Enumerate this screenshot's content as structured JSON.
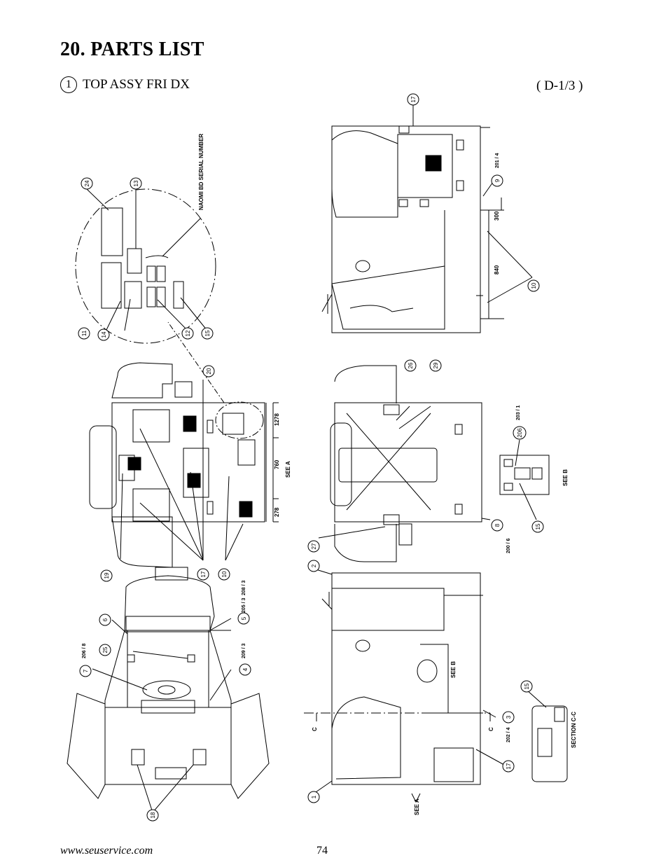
{
  "header": {
    "title": "20.  PARTS LIST",
    "section_number": "1",
    "section_title": "TOP ASSY FRI DX",
    "page_code": "( D-1/3 )"
  },
  "drawing": {
    "balloons": {
      "b24": "24",
      "b13": "13",
      "b11": "11",
      "b14": "14",
      "b12": "12",
      "b15a": "15",
      "b20": "20",
      "b19": "19",
      "b17a": "17",
      "b10a": "10",
      "b6": "6",
      "b5": "5",
      "b7": "7",
      "b25": "25",
      "b4": "4",
      "b18": "18",
      "b17top": "17",
      "b9": "9",
      "b10b": "10",
      "b26": "26",
      "b29": "29",
      "b27": "27",
      "b8": "8",
      "b206": "206",
      "b15b": "15",
      "b2": "2",
      "b1": "1",
      "b3": "3",
      "b17c": "17",
      "b15c": "15"
    },
    "labels": {
      "naomi": "NAOMI BD SERIAL NUMBER",
      "see_a_1": "SEE A",
      "see_a_2": "SEE A",
      "see_b_1": "SEE B",
      "see_b_2": "SEE B",
      "section_cc": "SECTION C-C",
      "c1": "C",
      "c2": "C",
      "dim_1278": "1278",
      "dim_760": "760",
      "dim_278": "278",
      "dim_300": "300",
      "dim_840": "840",
      "frac_205_3": "205 / 3",
      "frac_208_3": "208 / 3",
      "frac_209_3": "209 / 3",
      "frac_206_8": "206 / 8",
      "frac_201_4": "201 / 4",
      "frac_200_6": "200 / 6",
      "frac_202_4": "202 / 4",
      "frac_203_1": "203 / 1"
    }
  },
  "footer": {
    "url": "www.seuservice.com",
    "page_number": "74"
  }
}
